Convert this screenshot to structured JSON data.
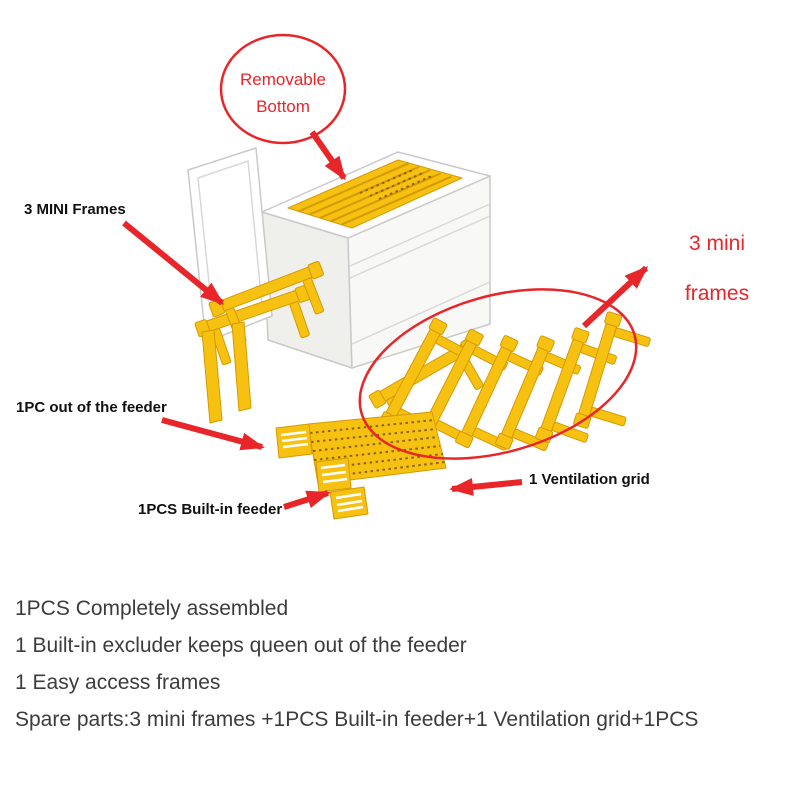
{
  "colors": {
    "red": "#e8262a",
    "yellow": "#f7c112",
    "yellow_dark": "#d59a00",
    "text_dark": "#3c3c3c"
  },
  "callout": {
    "line1": "Removable",
    "line2": "Bottom"
  },
  "labels": {
    "mini_frames_left": "3 MINI Frames",
    "feeder_out": "1PC out of the feeder",
    "built_in_feeder": "1PCS Built-in feeder",
    "ventilation_grid": "1  Ventilation grid",
    "mini_frames_right_line1": "3 mini",
    "mini_frames_right_line2": "frames"
  },
  "description_lines": [
    "1PCS Completely assembled",
    "1 Built-in excluder keeps queen out of the feeder",
    "1 Easy access frames",
    "Spare parts:3 mini frames +1PCS Built-in feeder+1 Ventilation grid+1PCS"
  ]
}
